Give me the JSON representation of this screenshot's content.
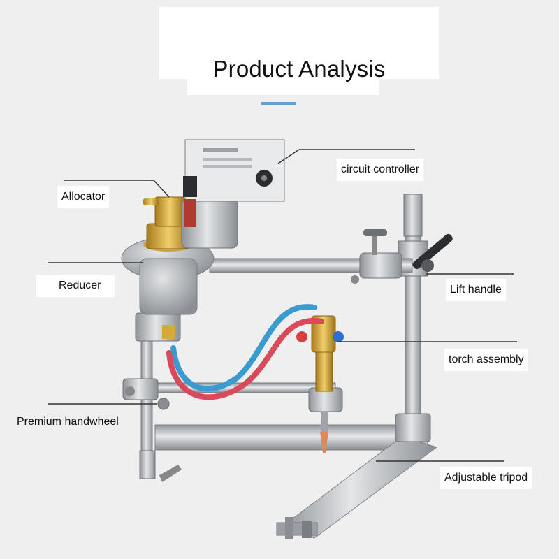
{
  "title": "Product Analysis",
  "colors": {
    "accent_bar": "#6a9fd4",
    "leader_line": "#333333",
    "label_bg": "#ffffff",
    "hose_blue": "#3a9bd0",
    "hose_red": "#d94a5a",
    "metal": "#b9bcc0",
    "brass": "#d6a93a"
  },
  "labels": {
    "circuit_controller": "circuit controller",
    "allocator": "Allocator",
    "reducer": "Reducer",
    "lift_handle": "Lift handle",
    "torch_assembly": "torch assembly",
    "premium_handwheel": "Premium handwheel",
    "adjustable_tripod": "Adjustable tripod"
  }
}
